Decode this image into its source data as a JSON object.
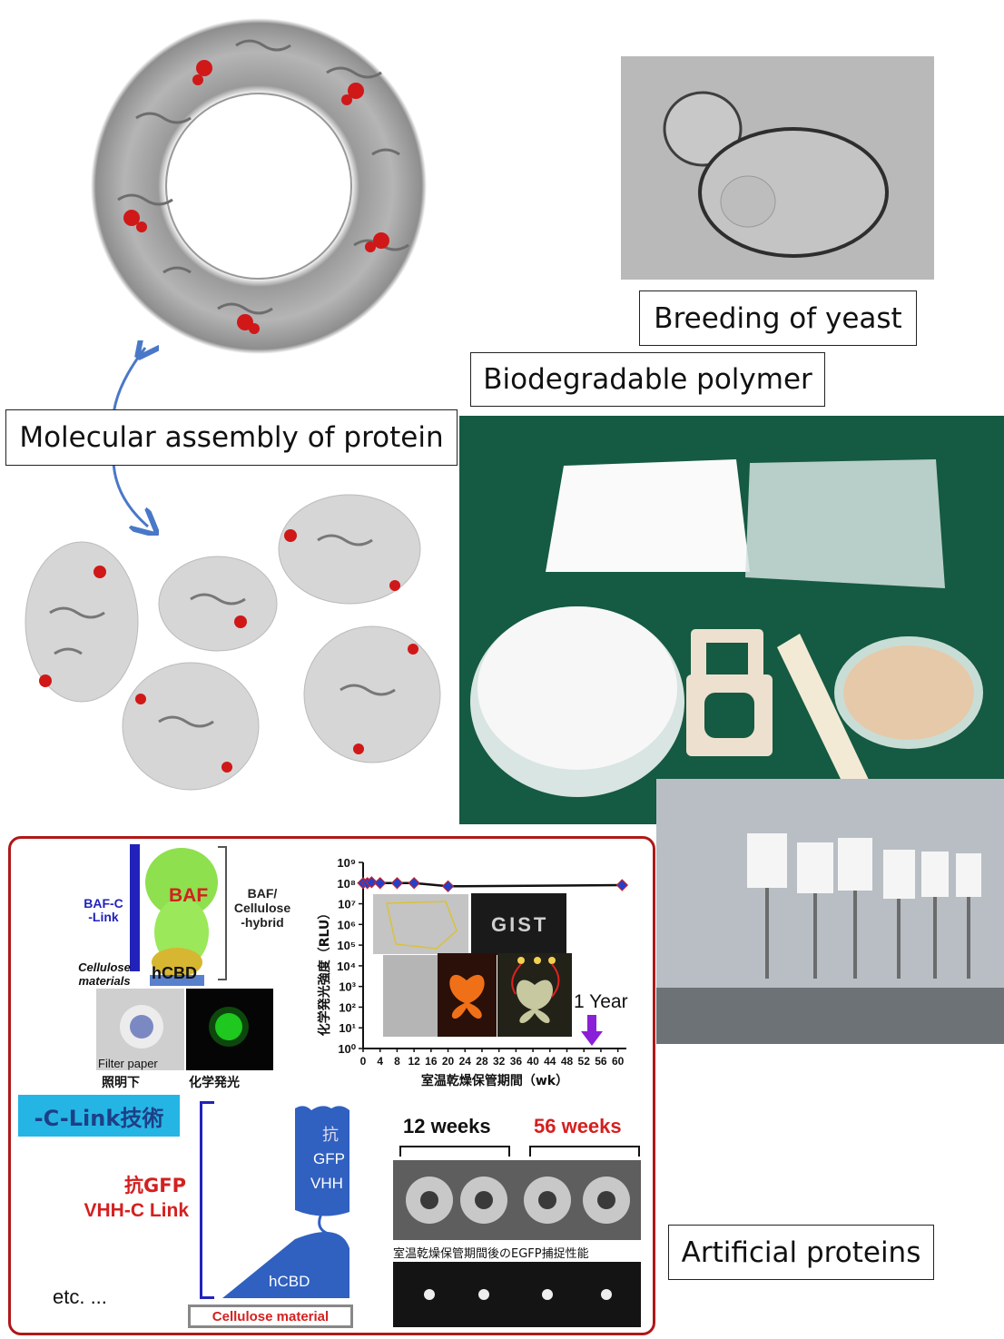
{
  "labels": {
    "breeding": "Breeding of yeast",
    "polymer": "Biodegradable polymer",
    "assembly": "Molecular assembly of protein",
    "artificial": "Artificial proteins"
  },
  "inset": {
    "baf_c_link": "BAF-C\n-Link",
    "baf": "BAF",
    "hybrid": "BAF/\nCellulose\n-hybrid",
    "cellulose_materials": "Cellulose\nmaterials",
    "hcbd": "hCBD",
    "filter_paper": "Filter paper",
    "under_light": "照明下",
    "chemilum": "化学発光",
    "ctech": "-C-Link技術",
    "anti_gfp_1": "抗GFP",
    "anti_gfp_2": "VHH-C Link",
    "anti": "抗",
    "gfp": "GFP",
    "vhh": "VHH",
    "hcbd2": "hCBD",
    "cellulose_material": "Cellulose material",
    "etc": "etc. ...",
    "week12": "12 weeks",
    "week56": "56 weeks",
    "egfp_caption": "室温乾燥保管期間後のEGFP捕捉性能",
    "gist": "GIST",
    "year": "1 Year"
  },
  "colors": {
    "accent_red": "#d42020",
    "accent_blue": "#2222bb",
    "border_red": "#b01818",
    "protein_blue": "#3060c0",
    "tech_cyan": "#25b5e5"
  },
  "chart_data": {
    "type": "line",
    "x": [
      0,
      1,
      2,
      4,
      8,
      12,
      20,
      61
    ],
    "values": [
      100000000,
      100000000,
      110000000,
      100000000,
      100000000,
      100000000,
      70000000,
      80000000
    ],
    "xticks": [
      "0",
      "4",
      "8",
      "12",
      "16",
      "20",
      "24",
      "28",
      "32",
      "36",
      "40",
      "44",
      "48",
      "52",
      "56",
      "60"
    ],
    "yticks": [
      "10⁰",
      "10¹",
      "10²",
      "10³",
      "10⁴",
      "10⁵",
      "10⁶",
      "10⁷",
      "10⁸",
      "10⁹"
    ],
    "xlabel": "室温乾燥保管期間（wk）",
    "ylabel": "化学発光強度（RLU）",
    "xlim": [
      0,
      62
    ],
    "ylim": [
      0,
      9
    ],
    "log_y": true,
    "marker_color": "#2540c8",
    "line_color": "#111111"
  }
}
